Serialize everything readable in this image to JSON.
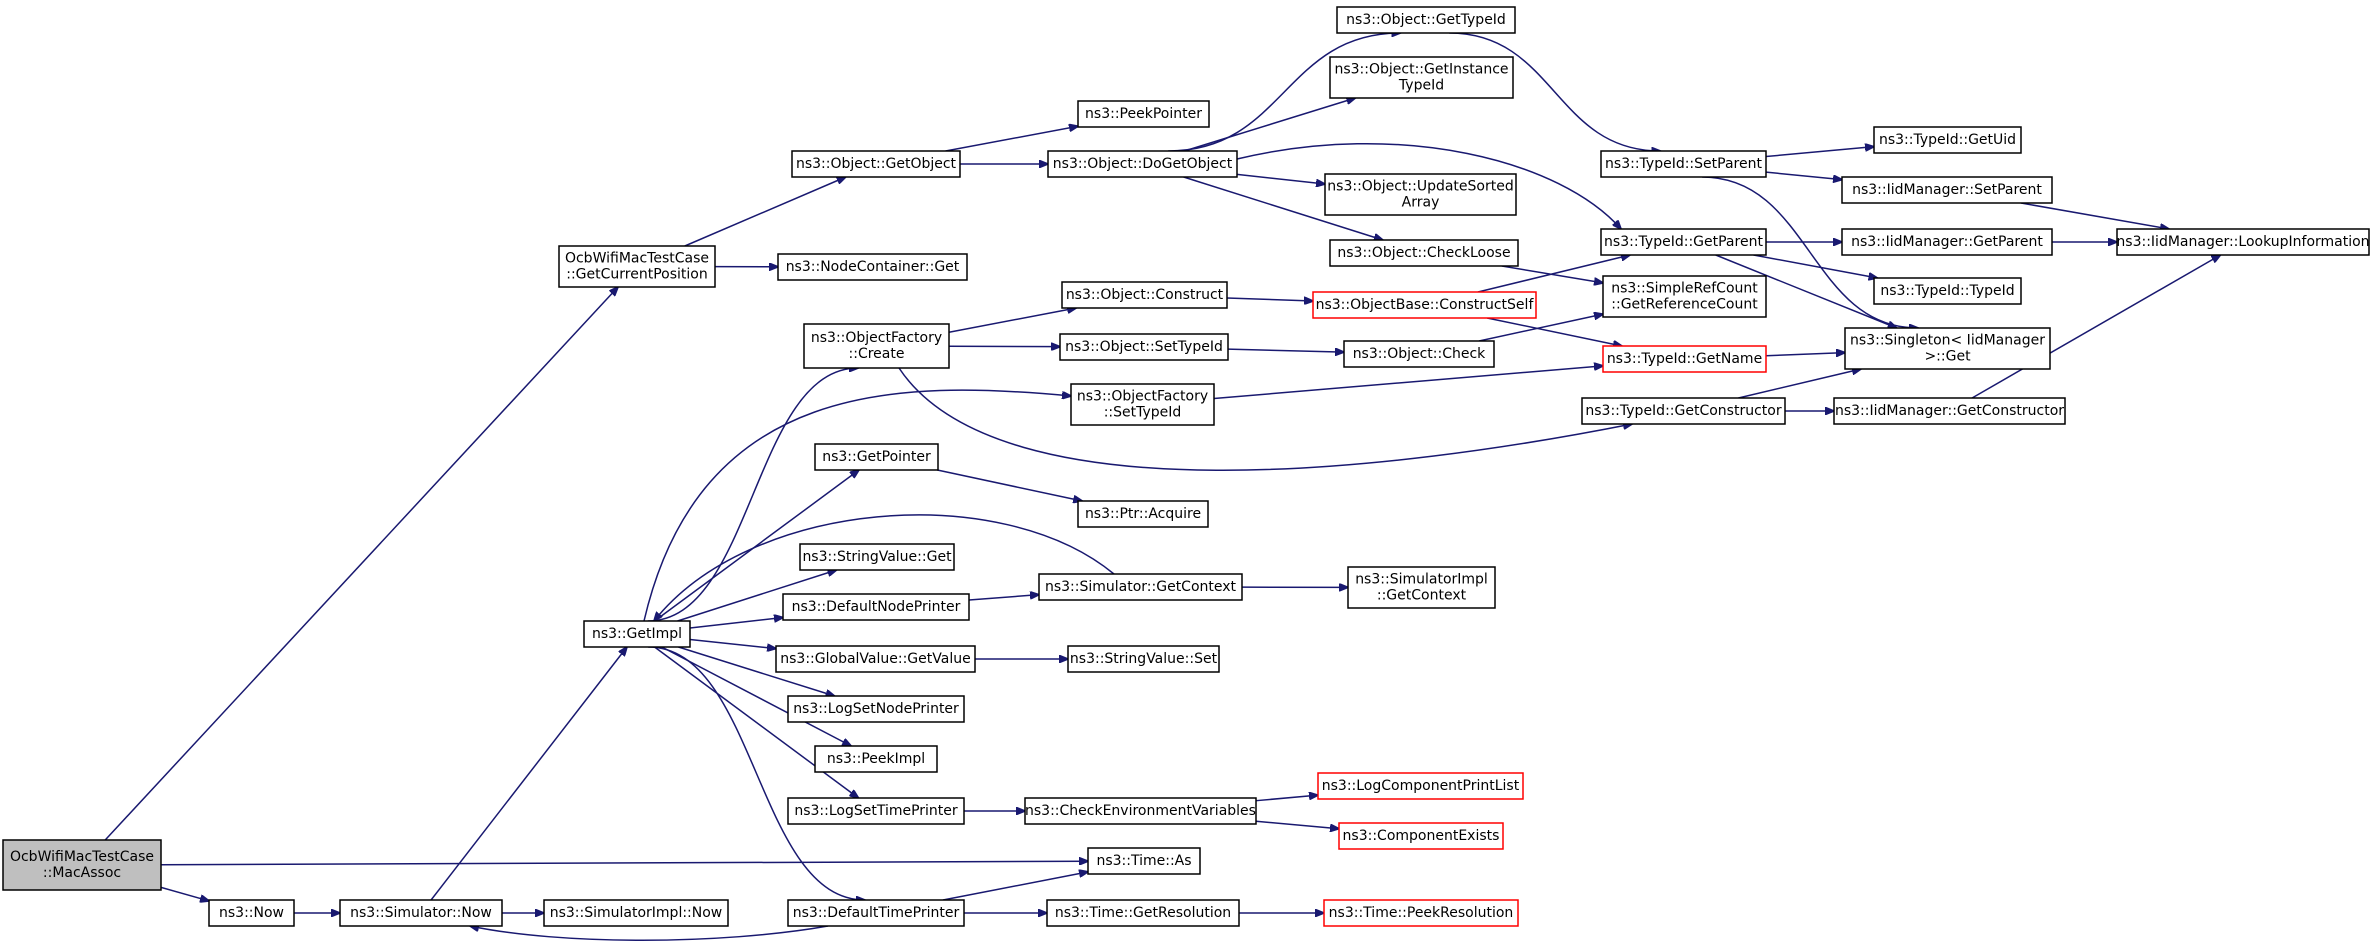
{
  "colors": {
    "edge": "#191970",
    "node_border": "#000000",
    "node_border_red": "#ff0000",
    "root_fill": "#bfbfbf",
    "background": "#ffffff"
  },
  "nodes": [
    {
      "id": "macassoc",
      "lines": [
        "OcbWifiMacTestCase",
        "::MacAssoc"
      ],
      "style": "root"
    },
    {
      "id": "getcurpos",
      "lines": [
        "OcbWifiMacTestCase",
        "::GetCurrentPosition"
      ],
      "style": "normal"
    },
    {
      "id": "obj_getobject",
      "lines": [
        "ns3::Object::GetObject"
      ],
      "style": "normal"
    },
    {
      "id": "nodecont_get",
      "lines": [
        "ns3::NodeContainer::Get"
      ],
      "style": "normal"
    },
    {
      "id": "peekpointer",
      "lines": [
        "ns3::PeekPointer"
      ],
      "style": "normal"
    },
    {
      "id": "dogetobject",
      "lines": [
        "ns3::Object::DoGetObject"
      ],
      "style": "normal"
    },
    {
      "id": "gettypeid",
      "lines": [
        "ns3::Object::GetTypeId"
      ],
      "style": "normal"
    },
    {
      "id": "getinstancetypeid",
      "lines": [
        "ns3::Object::GetInstance",
        "TypeId"
      ],
      "style": "normal"
    },
    {
      "id": "updatesorted",
      "lines": [
        "ns3::Object::UpdateSorted",
        "Array"
      ],
      "style": "normal"
    },
    {
      "id": "checkloose",
      "lines": [
        "ns3::Object::CheckLoose"
      ],
      "style": "normal"
    },
    {
      "id": "typeid_setparent",
      "lines": [
        "ns3::TypeId::SetParent"
      ],
      "style": "normal"
    },
    {
      "id": "typeid_getparent",
      "lines": [
        "ns3::TypeId::GetParent"
      ],
      "style": "normal"
    },
    {
      "id": "typeid_getuid",
      "lines": [
        "ns3::TypeId::GetUid"
      ],
      "style": "normal"
    },
    {
      "id": "iid_setparent",
      "lines": [
        "ns3::IidManager::SetParent"
      ],
      "style": "normal"
    },
    {
      "id": "iid_getparent",
      "lines": [
        "ns3::IidManager::GetParent"
      ],
      "style": "normal"
    },
    {
      "id": "iid_lookup",
      "lines": [
        "ns3::IidManager::LookupInformation"
      ],
      "style": "normal"
    },
    {
      "id": "typeid_typeid",
      "lines": [
        "ns3::TypeId::TypeId"
      ],
      "style": "normal"
    },
    {
      "id": "singleton_get",
      "lines": [
        "ns3::Singleton< IidManager",
        " >::Get"
      ],
      "style": "normal"
    },
    {
      "id": "simplerefcount",
      "lines": [
        "ns3::SimpleRefCount",
        "::GetReferenceCount"
      ],
      "style": "normal"
    },
    {
      "id": "typeid_getname",
      "lines": [
        "ns3::TypeId::GetName"
      ],
      "style": "red"
    },
    {
      "id": "typeid_getconstructor",
      "lines": [
        "ns3::TypeId::GetConstructor"
      ],
      "style": "normal"
    },
    {
      "id": "iid_getconstructor",
      "lines": [
        "ns3::IidManager::GetConstructor"
      ],
      "style": "normal"
    },
    {
      "id": "objfactory_create",
      "lines": [
        "ns3::ObjectFactory",
        "::Create"
      ],
      "style": "normal"
    },
    {
      "id": "obj_construct",
      "lines": [
        "ns3::Object::Construct"
      ],
      "style": "normal"
    },
    {
      "id": "objbase_constructself",
      "lines": [
        "ns3::ObjectBase::ConstructSelf"
      ],
      "style": "red"
    },
    {
      "id": "obj_settypeid",
      "lines": [
        "ns3::Object::SetTypeId"
      ],
      "style": "normal"
    },
    {
      "id": "obj_check",
      "lines": [
        "ns3::Object::Check"
      ],
      "style": "normal"
    },
    {
      "id": "objfactory_settypeid",
      "lines": [
        "ns3::ObjectFactory",
        "::SetTypeId"
      ],
      "style": "normal"
    },
    {
      "id": "getpointer",
      "lines": [
        "ns3::GetPointer"
      ],
      "style": "normal"
    },
    {
      "id": "ptr_acquire",
      "lines": [
        "ns3::Ptr::Acquire"
      ],
      "style": "normal"
    },
    {
      "id": "stringvalue_get",
      "lines": [
        "ns3::StringValue::Get"
      ],
      "style": "normal"
    },
    {
      "id": "defaultnodeprinter",
      "lines": [
        "ns3::DefaultNodePrinter"
      ],
      "style": "normal"
    },
    {
      "id": "sim_getcontext",
      "lines": [
        "ns3::Simulator::GetContext"
      ],
      "style": "normal"
    },
    {
      "id": "simimpl_getcontext",
      "lines": [
        "ns3::SimulatorImpl",
        "::GetContext"
      ],
      "style": "normal"
    },
    {
      "id": "getimpl",
      "lines": [
        "ns3::GetImpl"
      ],
      "style": "normal"
    },
    {
      "id": "globalvalue_getvalue",
      "lines": [
        "ns3::GlobalValue::GetValue"
      ],
      "style": "normal"
    },
    {
      "id": "stringvalue_set",
      "lines": [
        "ns3::StringValue::Set"
      ],
      "style": "normal"
    },
    {
      "id": "logsetnodeprinter",
      "lines": [
        "ns3::LogSetNodePrinter"
      ],
      "style": "normal"
    },
    {
      "id": "peekimpl",
      "lines": [
        "ns3::PeekImpl"
      ],
      "style": "normal"
    },
    {
      "id": "logsettimeprinter",
      "lines": [
        "ns3::LogSetTimePrinter"
      ],
      "style": "normal"
    },
    {
      "id": "checkenv",
      "lines": [
        "ns3::CheckEnvironmentVariables"
      ],
      "style": "normal"
    },
    {
      "id": "logcomponentprintlist",
      "lines": [
        "ns3::LogComponentPrintList"
      ],
      "style": "red"
    },
    {
      "id": "componentexists",
      "lines": [
        "ns3::ComponentExists"
      ],
      "style": "red"
    },
    {
      "id": "time_as",
      "lines": [
        "ns3::Time::As"
      ],
      "style": "normal"
    },
    {
      "id": "now",
      "lines": [
        "ns3::Now"
      ],
      "style": "normal"
    },
    {
      "id": "sim_now",
      "lines": [
        "ns3::Simulator::Now"
      ],
      "style": "normal"
    },
    {
      "id": "simimpl_now",
      "lines": [
        "ns3::SimulatorImpl::Now"
      ],
      "style": "normal"
    },
    {
      "id": "defaulttimeprinter",
      "lines": [
        "ns3::DefaultTimePrinter"
      ],
      "style": "normal"
    },
    {
      "id": "time_getresolution",
      "lines": [
        "ns3::Time::GetResolution"
      ],
      "style": "normal"
    },
    {
      "id": "time_peekresolution",
      "lines": [
        "ns3::Time::PeekResolution"
      ],
      "style": "red"
    }
  ]
}
